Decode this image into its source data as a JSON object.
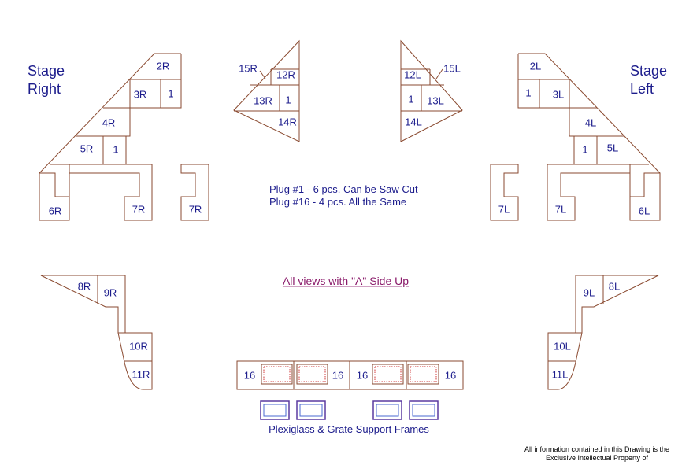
{
  "headings": {
    "stage_right": [
      "Stage",
      "Right"
    ],
    "stage_left": [
      "Stage",
      "Left"
    ]
  },
  "pieces": {
    "r2": "2R",
    "r3": "3R",
    "r1a": "1",
    "r4": "4R",
    "r5": "5R",
    "r1b": "1",
    "r6": "6R",
    "r7": "7R",
    "r7b": "7R",
    "c15r": "15R",
    "c12r": "12R",
    "c13r": "13R",
    "c1r": "1",
    "c14r": "14R",
    "c12l": "12L",
    "c15l": "15L",
    "c1l": "1",
    "c13l": "13L",
    "c14l": "14L",
    "l2": "2L",
    "l1a": "1",
    "l3": "3L",
    "l4": "4L",
    "l1b": "1",
    "l5": "5L",
    "l7b": "7L",
    "l7": "7L",
    "l6": "6L",
    "r8": "8R",
    "r9": "9R",
    "r10": "10R",
    "r11": "11R",
    "l9": "9L",
    "l8": "8L",
    "l10": "10L",
    "l11": "11L",
    "p16a": "16",
    "p16b": "16",
    "p16c": "16",
    "p16d": "16"
  },
  "notes": {
    "plug1": "Plug #1 - 6 pcs. Can be Saw Cut",
    "plug16": "Plug #16 - 4 pcs. All the Same",
    "views": "All views with \"A\" Side Up",
    "frames": "Plexiglass & Grate Support Frames"
  },
  "footer": {
    "line1": "All information contained in this Drawing is the",
    "line2": "Exclusive Intellectual Property of"
  },
  "colors": {
    "outline": "#8a4a30",
    "text": "#1c1c8c",
    "link": "#8a1a6a",
    "frame": "#5a3aa0"
  }
}
